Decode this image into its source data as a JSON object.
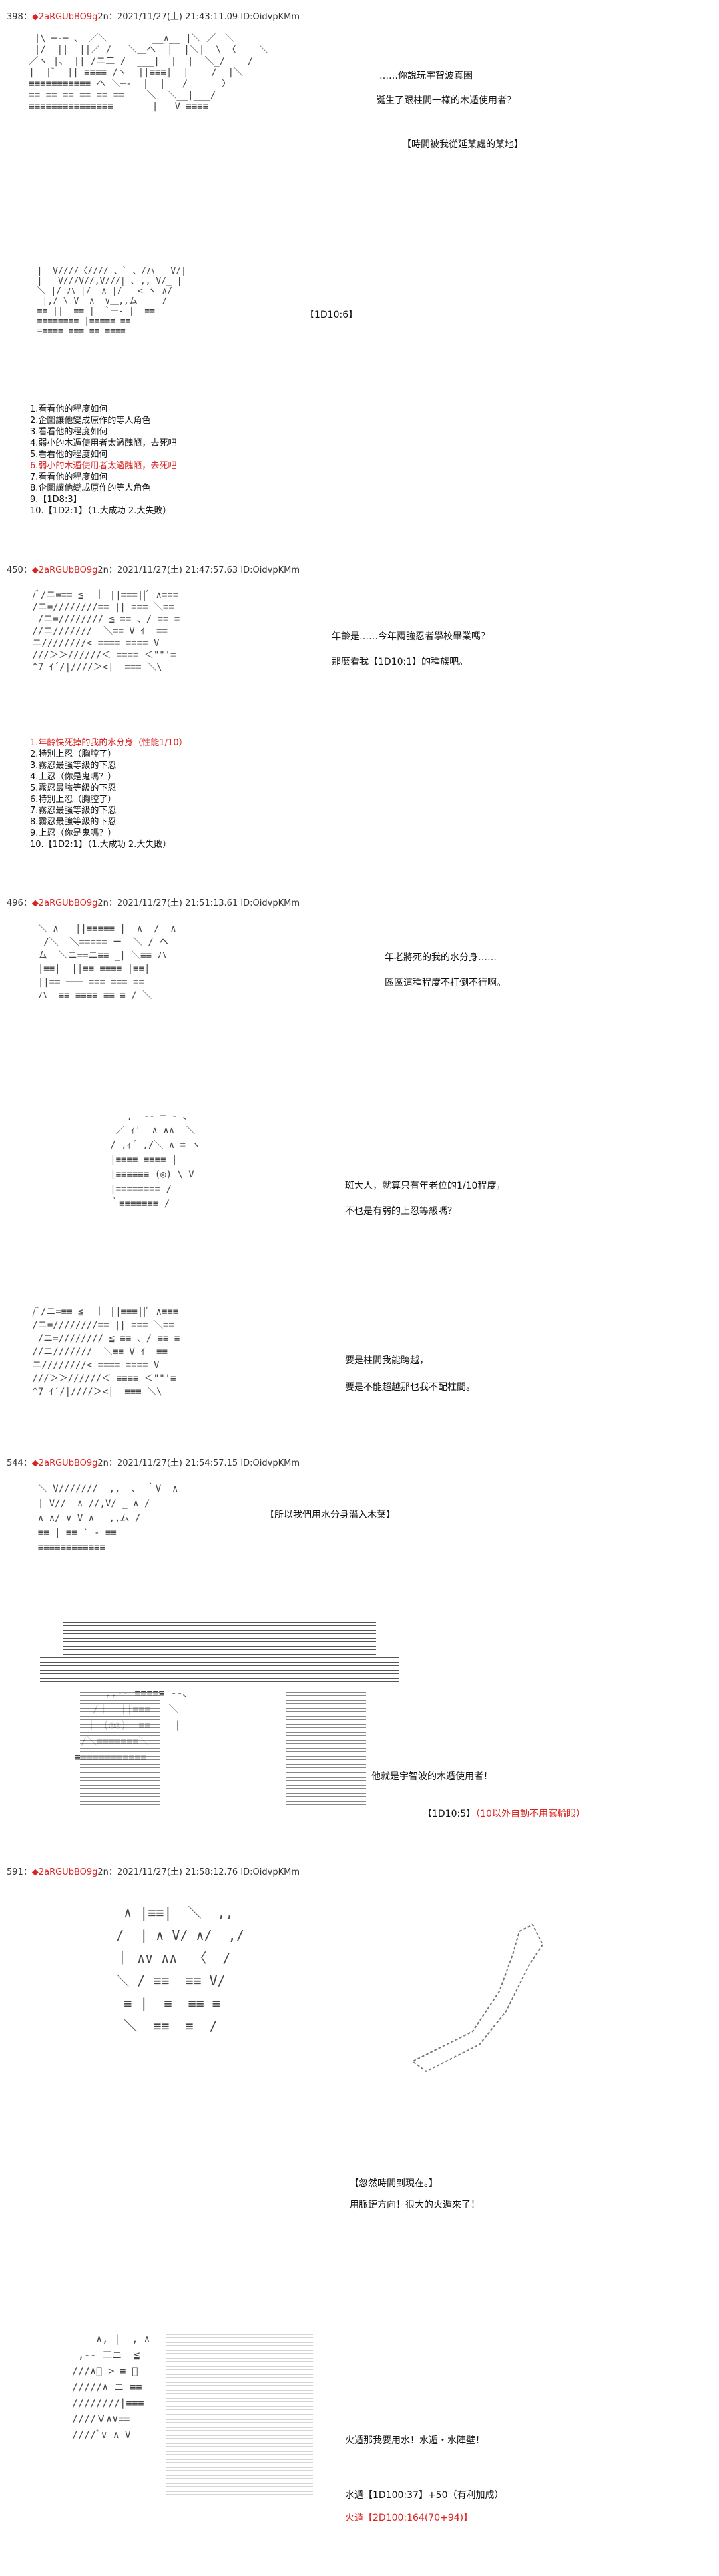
{
  "posts": [
    {
      "header": {
        "num": "398",
        "name_sep": "：",
        "trip": "◆2aRGUbBO9g",
        "n": "2n",
        "date": "：2021/11/27(土) 21:43:11.09 ID:OidvpKMm"
      },
      "lines": [
        "……你說玩宇智波真困",
        "誕生了跟柱間一樣的木遁使用者？",
        "【時間被我從延某處的某地】",
        "【1D10:6】"
      ],
      "list": [
        "1.看看他的程度如何",
        "2.企圖讓他變成原作的等人角色",
        "3.看看他的程度如何",
        "4.弱小的木遁使用者太過醜陋，去死吧",
        "5.看看他的程度如何",
        "6.弱小的木遁使用者太過醜陋，去死吧",
        "7.看看他的程度如何",
        "8.企圖讓他變成原作的等人角色",
        "9.【1D8:3】",
        "10.【1D2:1】（1.大成功 2.大失敗）"
      ]
    },
    {
      "header": {
        "num": "450",
        "name_sep": "：",
        "trip": "◆2aRGUbBO9g",
        "n": "2n",
        "date": "：2021/11/27(土) 21:47:57.63 ID:OidvpKMm"
      },
      "lines": [
        "年齡是……今年兩強忍者學校畢業嗎？",
        "那麼看我【1D10:1】的種族吧。"
      ],
      "list": [
        "1.年齡快死掉的我的水分身（性能1/10）",
        "2.特別上忍（胸腔了）",
        "3.霧忍最強等級的下忍",
        "4.上忍（你是鬼嗎？）",
        "5.霧忍最強等級的下忍",
        "6.特別上忍（胸腔了）",
        "7.霧忍最強等級的下忍",
        "8.霧忍最強等級的下忍",
        "9.上忍（你是鬼嗎？）",
        "10.【1D2:1】（1.大成功 2.大失敗）"
      ]
    },
    {
      "header": {
        "num": "496",
        "name_sep": "：",
        "trip": "◆2aRGUbBO9g",
        "n": "2n",
        "date": "：2021/11/27(土) 21:51:13.61 ID:OidvpKMm"
      },
      "lines": [
        "年老將死的我的水分身……",
        "區區這種程度不打倒不行啊。",
        "斑大人，就算只有年老位的1/10程度，",
        "不也是有弱的上忍等級嗎？",
        "要是柱間我能跨越，",
        "要是不能超越那也我不配柱間。"
      ]
    },
    {
      "header": {
        "num": "544",
        "name_sep": "：",
        "trip": "◆2aRGUbBO9g",
        "n": "2n",
        "date": "：2021/11/27(土) 21:54:57.15 ID:OidvpKMm"
      },
      "lines": [
        "【所以我們用水分身潛入木葉】",
        "他就是宇智波的木遁使用者！",
        "【1D10:5】",
        "（10以外自動不用寫輪眼）"
      ]
    },
    {
      "header": {
        "num": "591",
        "name_sep": "：",
        "trip": "◆2aRGUbBO9g",
        "n": "2n",
        "date": "：2021/11/27(土) 21:58:12.76 ID:OidvpKMm"
      },
      "lines": [
        "【忽然時間到現在。】",
        "用脈鏈方向！很大的火遁來了！",
        "火遁那我要用水！水遁・水陣壁！",
        "水遁【1D100:37】+50（有利加成）",
        "火遁【2D100:164(70+94)】"
      ]
    }
  ],
  "art": [
    "  |\\ ─-─ 、 ／＼        __∧__ |＼ ／￣＼    \n  |/  ||  ||／ /   ＼＿ヘ  |  |＼|  \\ 〈    ＼\n ／ヽ |、 || /ニ二 /  ___|  |  |  ＼_/    /\n |  |ﾞ  || ≡≡≡≡ /ヽ  ||≡≡≡|  |    /  |＼\n ≡≡≡≡≡≡≡≡≡≡≡ ヘ ＼─‐  |  |   /      〉\n ≡≡ ≡≡ ≡≡ ≡≡ ≡≡ ≡≡    ＼  ＼__|___/\n ≡≡≡≡≡≡≡≡≡≡≡≡≡≡≡       |   V ≡≡≡≡",
    "  |  V////〈//// 、` 、/ハ   V/|\n  |   V///V//,V///| ､ ,, V/_ |\n  ＼ |/ ハ |/  ∧ |/   < ヽ ∧/\n   |,/ \\ V  ∧  ∨＿,,ム｜   /\n  ≡≡ ||  ≡≡ |  `ー‐ |  ≡≡\n  ≡≡≡≡≡≡≡≡ |≡≡≡≡≡ ≡≡\n  =≡≡≡≡ ≡≡≡ ≡≡ ≡≡≡≡",
    " /ﾞ/ニ=≡≡ ≦  ｜ ||≡≡≡||ﾞ ∧≡≡≡\n /ニ=////////≡≡ || ≡≡≡ ＼≡≡\n  /ニ=//////// ≦ ≡≡ 、/ ≡≡ ≡\n //ニ///////  ＼≡≡ V ｲ  ≡≡\n ニ////////< ≡≡≡≡ ≡≡≡≡ V\n ///＞＞//////＜ ≡≡≡≡ ＜\"\"'≡\n ^7 ｲ´/|////＞<|  ≡≡≡ ＼\\",
    "  ＼ ∧   ||≡≡≡≡≡ |  ∧  /  ∧\n   /＼  ＼≡≡≡≡≡ ー  ＼ / ヘ\n  ム  ＼ニ==ニ≡≡ _| ＼≡≡ ハ\n  |≡≡|  ||≡≡ ≡≡≡≡ |≡≡|\n  ||≡≡ ─── ≡≡≡ ≡≡≡ ≡≡\n  ハ  ≡≡ ≡≡≡≡ ≡≡ ≡ / ＼",
    "      ,  -‐ ─ ‐ ､\n    ／ ｨ'  ∧ ∧∧  ＼\n   / ,ｨ´ ,/＼ ∧ ≡ ヽ\n   |≡≡≡≡ ≡≡≡≡ |\n   |≡≡≡≡≡≡ (◎) \\ V\n   |≡≡≡≡≡≡≡≡ /\n   ｀≡≡≡≡≡≡≡ /",
    "  ＼ V///////  ,,  、 ｀V  ∧\n  | V//  ∧ //,V/ _ ∧ /\n  ∧ ∧/ ∨ V ∧ ＿,,ム /\n  ≡≡ | ≡≡ ` ‐ ≡≡\n  ≡≡≡≡≡≡≡≡≡≡≡≡",
    "        ,,-‐ ≡≡≡≡≡ ‐-､\n      /｜  ||≡≡≡   ＼\n     ｜ (◎◎)  ≡≡    |\n    /＼≡≡≡≡≡≡≡＼\n   ≡≡≡≡≡≡≡≡≡≡≡≡",
    "   ∧ |≡≡|  ＼  ,,\n  /  | ∧ V/ ∧/  ,/\n  ｜ ∧∨ ∧∧  〈  /\n  ＼ / ≡≡  ≡≡ V/\n   ≡ |  ≡  ≡≡ ≡\n   ＼  ≡≡  ≡  /",
    "      ∧, |  , ∧\n   ,-‐ 二ニ  ≦\n  ///∧ﾞ > ≡ ＼\n  /////∧ ニ ≡≡\n  ////////|≡≡≡\n  ////Ｖ∧∨≡≡\n  ////ﾞ∨ ∧ V"
  ]
}
